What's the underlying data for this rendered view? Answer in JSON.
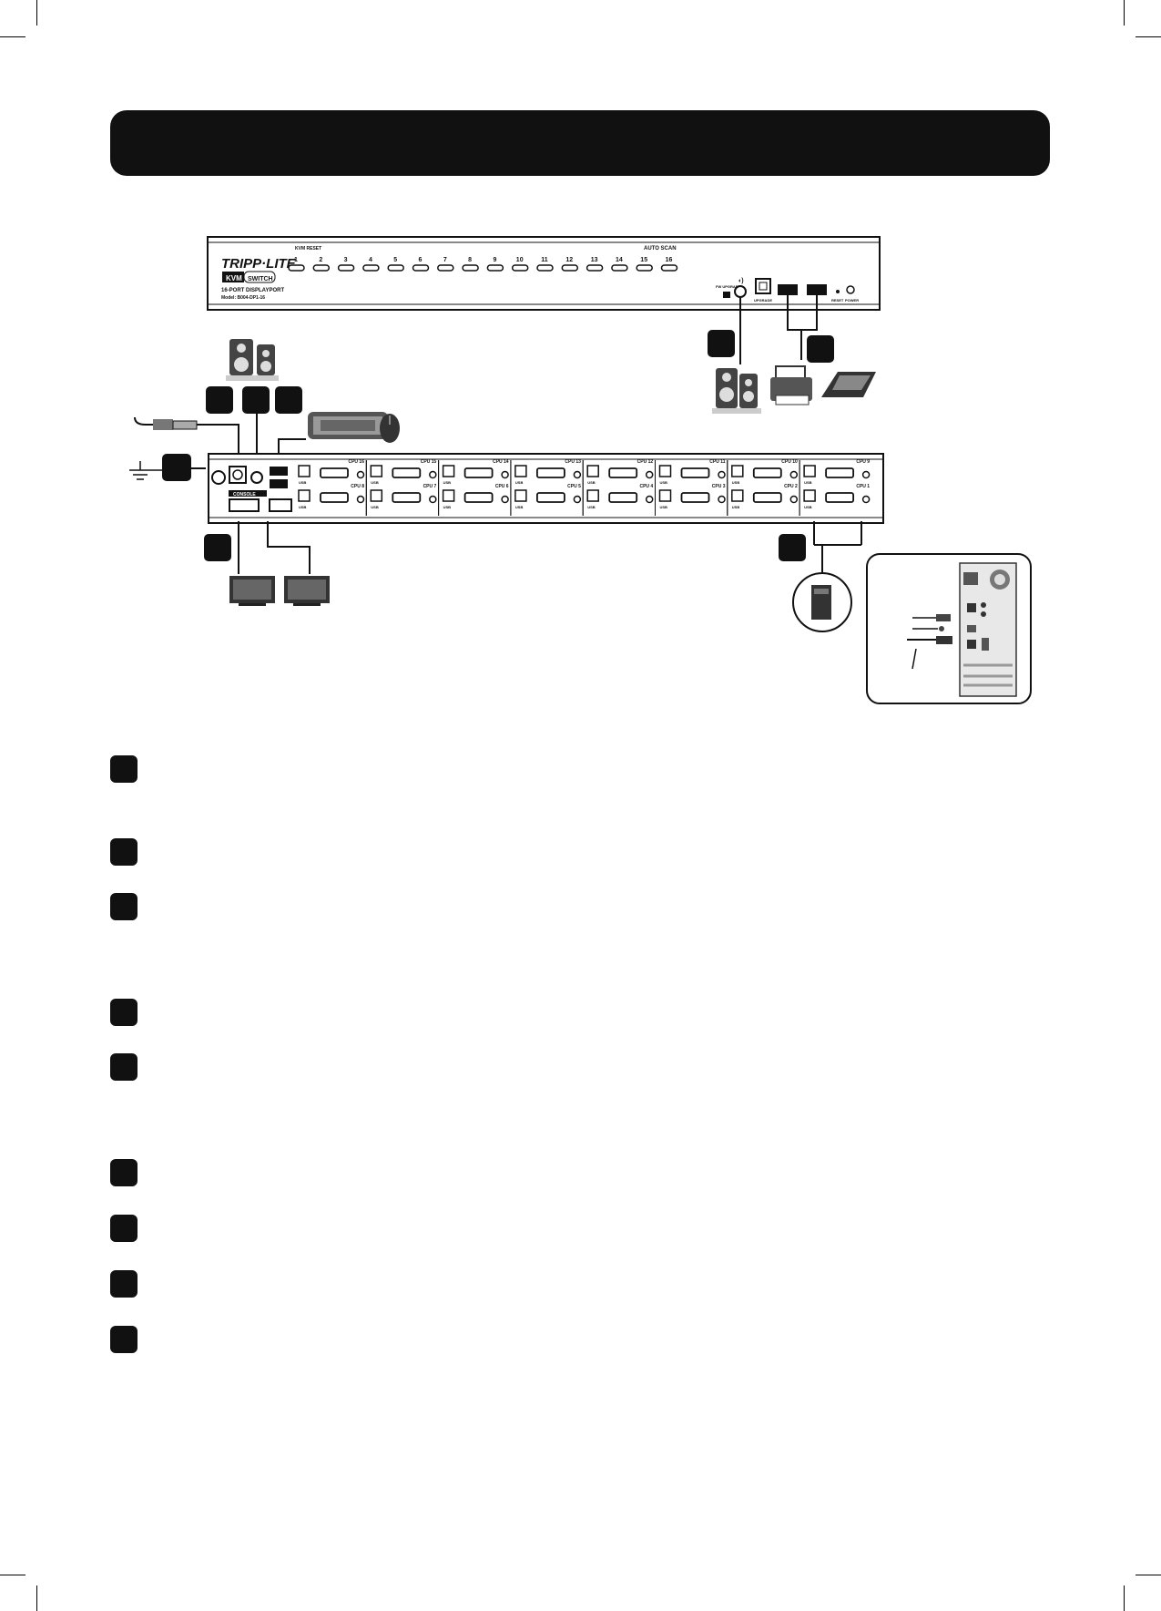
{
  "front_panel": {
    "brand": "TRIPP·LITE",
    "kvm_label_a": "KVM",
    "kvm_label_b": "SWITCH",
    "product": "16-PORT DISPLAYPORT",
    "model": "Model: B004-DP1-16",
    "kvm_reset": "KVM RESET",
    "auto_scan": "AUTO SCAN",
    "port_numbers": [
      "1",
      "2",
      "3",
      "4",
      "5",
      "6",
      "7",
      "8",
      "9",
      "10",
      "11",
      "12",
      "13",
      "14",
      "15",
      "16"
    ],
    "fw_upgrade": "FW UPGRADE",
    "upgrade": "UPGRADE",
    "reset": "RESET",
    "power": "POWER"
  },
  "rear_panel": {
    "console": "CONSOLE",
    "usb": "USB",
    "top_row": [
      "CPU 16",
      "CPU 15",
      "CPU 14",
      "CPU 13",
      "CPU 12",
      "CPU 11",
      "CPU 10",
      "CPU 9"
    ],
    "bottom_row": [
      "CPU 8",
      "CPU 7",
      "CPU 6",
      "CPU 5",
      "CPU 4",
      "CPU 3",
      "CPU 2",
      "CPU 1"
    ]
  },
  "legend_count": 9
}
